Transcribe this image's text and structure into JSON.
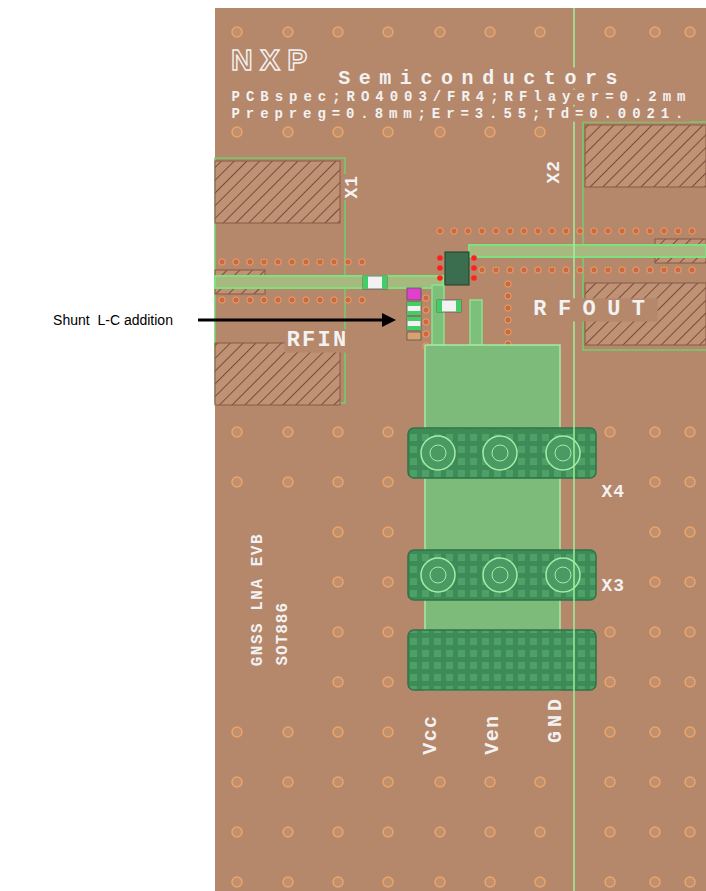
{
  "diagram": {
    "labels": [
      "NXP",
      "Semiconductors",
      "PCBspec;RO4003/FR4;RFlayer=0.2mm",
      "Prepreg=0.8mm;Er=3.55;Td=0.0021.",
      "X1",
      "X2",
      "RFIN",
      "RFOUT",
      "X4",
      "X3",
      "GNSS LNA EVB",
      "SOT886",
      "Vcc",
      "Ven",
      "GND",
      "Shunt  L-C addition"
    ]
  }
}
